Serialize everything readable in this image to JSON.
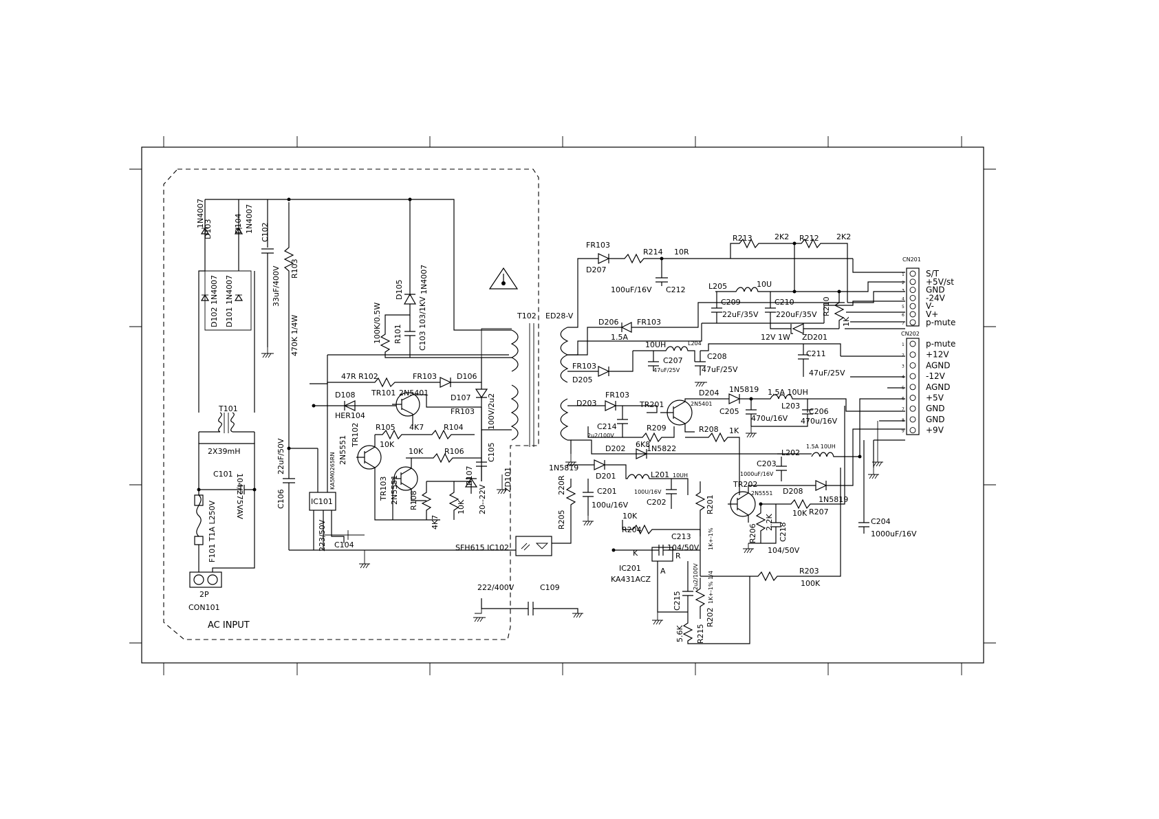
{
  "blocks": {
    "ac_input": "AC INPUT",
    "con101": "CON101",
    "con_2p": "2P",
    "f101": "F101 T1A L250V",
    "c101": "C101",
    "c101_val": "104/275VAV",
    "t101": "T101",
    "t101_val": "2X39mH",
    "d101": "D101 1N4007",
    "d102": "D102 1N4007",
    "d103": "D103",
    "d103_val": "1N4007",
    "d104": "D104",
    "d104_val": "1N4007",
    "c102": "C102",
    "c102_val": "33uF/400V",
    "r103": "R103",
    "r103_val": "470K 1/4W",
    "d105": "D105",
    "d105_val": "1N4007",
    "c103": "C103 103/1KV",
    "r101": "R101",
    "r101_val": "100K/0.5W",
    "t102": "T102",
    "t102_core": "ED28-V",
    "r102": "47R  R102",
    "fr103_a": "FR103",
    "d106": "D106",
    "d107": "D107",
    "fr103_b": "FR103",
    "tr101": "TR101",
    "tr101_val": "2N5401",
    "d108": "D108",
    "d108_val": "HER104",
    "r105": "R105",
    "r105_val": "4K7",
    "r104": "R104",
    "r105_10k": "10K",
    "r106": "R106",
    "r106_val": "10K",
    "tr102": "TR102",
    "tr102_val": "2N5551",
    "tr103": "TR103",
    "tr103_val": "2N5551",
    "r108": "R108",
    "r108_val": "4K7",
    "r107": "R107",
    "r107_val": "10K",
    "c105": "C105",
    "c105_val": "100V/2u2",
    "zd101": "ZD101",
    "zd101_val": "20--22V",
    "c106": "C106",
    "c106_val": "22uF/50V",
    "ic101": "IC101",
    "ic101_val": "KA5M0265RN",
    "c104": "C104",
    "c104_val": "223/50V",
    "ic102": "SFH615 IC102",
    "c109": "C109",
    "c109_val": "222/400V",
    "fr103_c": "FR103",
    "d207": "D207",
    "r214": "R214",
    "r214_val": "10R",
    "c212": "C212",
    "c212_val": "100uF/16V",
    "r213": "R213",
    "r213_val": "2K2",
    "r212": "R212",
    "r212_val": "2K2",
    "l205": "L205",
    "l205_val": "10U",
    "c209": "C209",
    "c209_val": "22uF/35V",
    "c210": "C210",
    "c210_val": "220uF/35V",
    "r210": "R210",
    "r210_val": "1K",
    "d206": "D206",
    "d206_val": "1.5A",
    "fr103_d": "FR103",
    "zd201": "ZD201",
    "zd201_val": "12V  1W",
    "l204": "L204",
    "l204_val": "10UH",
    "c207": "C207",
    "c207_val": "47uF/25V",
    "c208": "C208",
    "c208_val": "47uF/25V",
    "c211": "C211",
    "c211_val": "47uF/25V",
    "fr103_e": "FR103",
    "d205": "D205",
    "d204": "D204",
    "d204_val": "1N5819",
    "l203": "L203",
    "l203_val": "1.5A  10UH",
    "d203": "D203",
    "fr103_f": "FR103",
    "tr201": "TR201",
    "tr201_val": "2N5401",
    "c205": "C205",
    "c205_val": "470u/16V",
    "c206": "C206",
    "c206_val": "470u/16V",
    "c214": "C214",
    "c214_val": "2u2/100V",
    "r209": "R209",
    "r209_val": "6K8",
    "r208": "R208",
    "r208_val": "1K",
    "d202": "D202",
    "d202_val": "1N5822",
    "l202": "L202",
    "l202_val": "1.5A 10UH",
    "c203": "C203",
    "c203_val": "1000uF/16V",
    "d201": "D201",
    "d201_val": "1N5819",
    "l201": "L201",
    "l201_val": "10UH",
    "c201": "C201",
    "c201_val": "100u/16V",
    "c202": "C202",
    "c202_val": "100U/16V",
    "r205": "R205",
    "r205_val": "220R",
    "r201": "R201",
    "r201_val": "1K+-1%",
    "tr202": "TR202",
    "tr202_val": "2N5551",
    "d208": "D208",
    "d208_val": "1N5819",
    "r207": "R207",
    "r207_val": "10K",
    "r206": "R206",
    "r206_val": "2.2K",
    "c218": "C218",
    "c218_val": "104/50V",
    "c204": "C204",
    "c204_val": "1000uF/16V",
    "r204": "R204",
    "r204_val": "10K",
    "c213": "C213",
    "c213_val": "104/50V",
    "ic201": "IC201",
    "ic201_val": "KA431ACZ",
    "pin_k": "K",
    "pin_a": "A",
    "pin_r": "R",
    "r203": "R203",
    "r203_val": "100K",
    "c215": "C215",
    "c215_val": "2u2/100V",
    "r202": "R202",
    "r202_val": "1K+-1% 1/4",
    "r215": "R215",
    "r215_val": "5.6K"
  },
  "cn201": {
    "name": "CN201",
    "pins": [
      {
        "n": "1",
        "label": "S/T"
      },
      {
        "n": "2",
        "label": "+5V/st"
      },
      {
        "n": "3",
        "label": "GND"
      },
      {
        "n": "4",
        "label": "-24V"
      },
      {
        "n": "5",
        "label": "V-"
      },
      {
        "n": "6",
        "label": "V+"
      },
      {
        "n": "7",
        "label": "p-mute"
      }
    ]
  },
  "cn202": {
    "name": "CN202",
    "pins": [
      {
        "n": "1",
        "label": "p-mute"
      },
      {
        "n": "2",
        "label": "+12V"
      },
      {
        "n": "3",
        "label": "AGND"
      },
      {
        "n": "4",
        "label": "-12V"
      },
      {
        "n": "5",
        "label": "AGND"
      },
      {
        "n": "6",
        "label": "+5V"
      },
      {
        "n": "7",
        "label": "GND"
      },
      {
        "n": "8",
        "label": "GND"
      },
      {
        "n": "9",
        "label": "+9V"
      }
    ]
  }
}
